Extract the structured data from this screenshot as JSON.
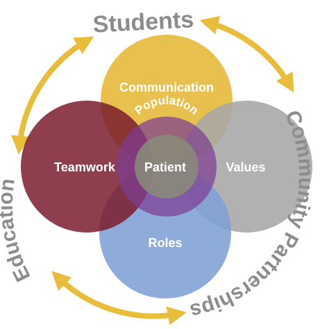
{
  "outer_labels": {
    "top": "Students",
    "right": "Community Partnerships",
    "left": "Education"
  },
  "circles": {
    "top": "Communication",
    "left": "Teamwork",
    "right": "Values",
    "bottom": "Roles"
  },
  "inner": {
    "ring": "Population",
    "center": "Patient"
  },
  "colors": {
    "communication": "#e6bb3e",
    "teamwork": "#7a1c2e",
    "values": "#a6a6a6",
    "roles": "#7f9fd4",
    "population": "#7d3d92",
    "patient": "#8a8a7a",
    "arrows": "#e8bd3a",
    "outer_text": "#8c8c8c"
  }
}
